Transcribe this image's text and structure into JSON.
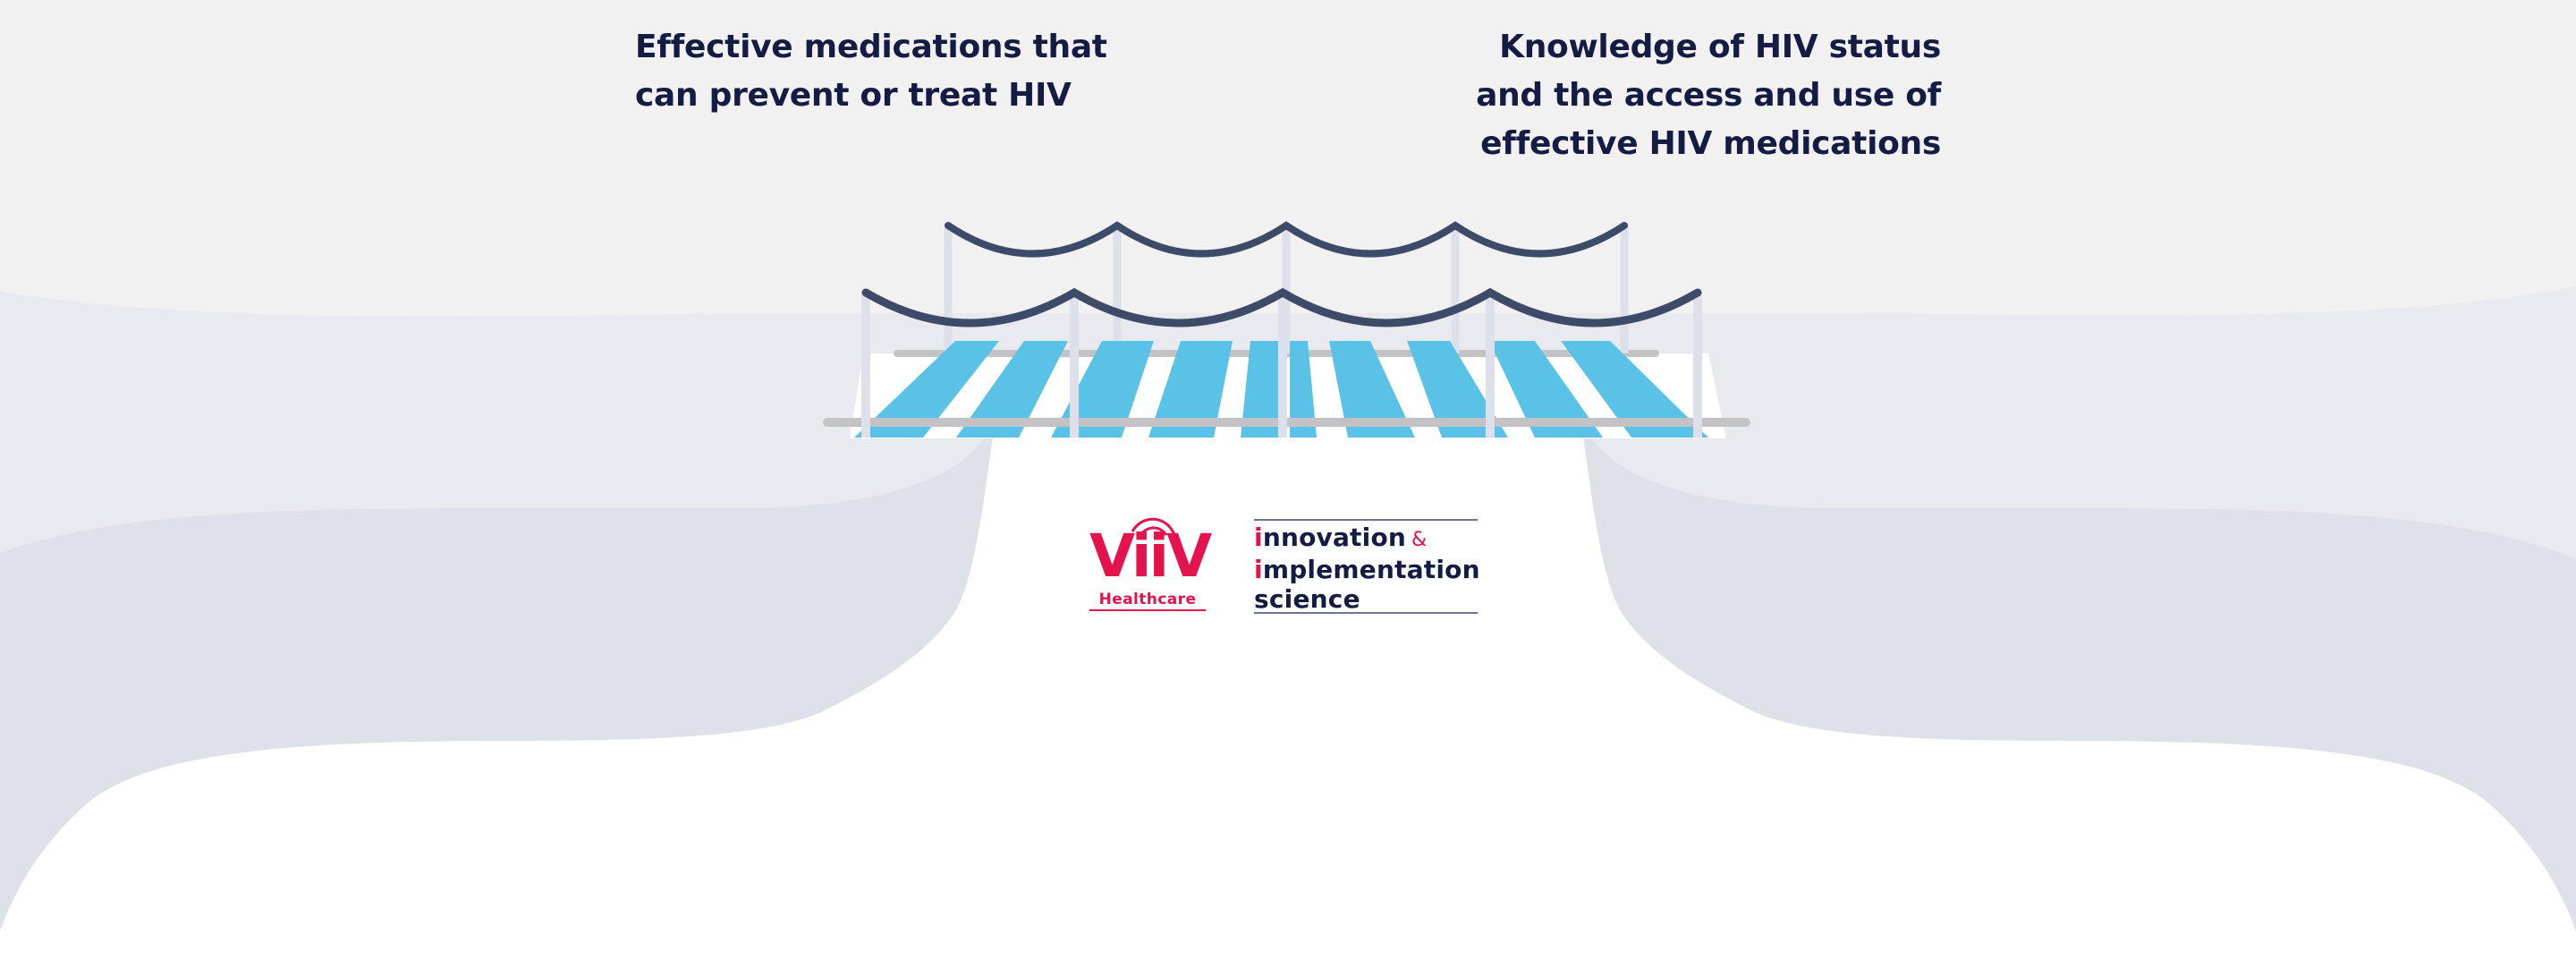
{
  "captions": {
    "left": {
      "line1": "Effective medications that",
      "line2": "can prevent or treat HIV"
    },
    "right": {
      "line1": "Knowledge of HIV status",
      "line2": "and the access and use of",
      "line3": "effective HIV medications"
    }
  },
  "logos": {
    "viiv": {
      "wordmark": "ViiV",
      "sub": "Healthcare"
    },
    "innovation": {
      "line1_initial": "i",
      "line1_rest": "nnovation",
      "ampersand": "&",
      "line2_initial": "i",
      "line2_rest": "mplementation",
      "line3": "science"
    }
  },
  "colors": {
    "background": "#f1f1f2",
    "cliff_far": "#e9eaef",
    "cliff_near": "#dfe1e9",
    "ground": "#ffffff",
    "plank": "#5bc2e7",
    "rope": "#3d4a68",
    "post": "#dde0ea",
    "rail": "#c3c3c6",
    "text_navy": "#141c44",
    "brand_magenta": "#e5134d"
  }
}
